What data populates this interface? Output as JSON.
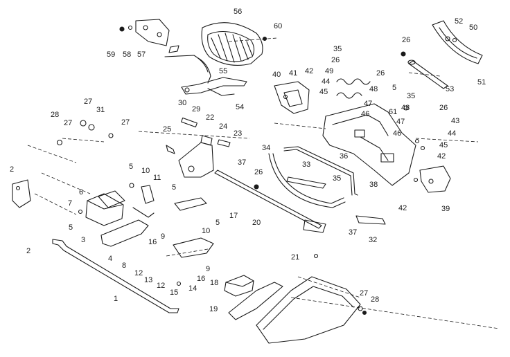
{
  "diagram": {
    "callouts": [
      {
        "id": "c56a",
        "text": "56"
      },
      {
        "id": "c60",
        "text": "60"
      },
      {
        "id": "c59",
        "text": "59"
      },
      {
        "id": "c58",
        "text": "58"
      },
      {
        "id": "c57",
        "text": "57"
      },
      {
        "id": "c55",
        "text": "55"
      },
      {
        "id": "c35a",
        "text": "35"
      },
      {
        "id": "c26a",
        "text": "26"
      },
      {
        "id": "c49",
        "text": "49"
      },
      {
        "id": "c42a",
        "text": "42"
      },
      {
        "id": "c41",
        "text": "41"
      },
      {
        "id": "c40",
        "text": "40"
      },
      {
        "id": "c44a",
        "text": "44"
      },
      {
        "id": "c45a",
        "text": "45"
      },
      {
        "id": "c48a",
        "text": "48"
      },
      {
        "id": "c5a",
        "text": "5"
      },
      {
        "id": "c26b",
        "text": "26"
      },
      {
        "id": "c26c",
        "text": "26"
      },
      {
        "id": "c52",
        "text": "52"
      },
      {
        "id": "c50",
        "text": "50"
      },
      {
        "id": "c51",
        "text": "51"
      },
      {
        "id": "c53",
        "text": "53"
      },
      {
        "id": "c35b",
        "text": "35"
      },
      {
        "id": "c48b",
        "text": "48"
      },
      {
        "id": "c26d",
        "text": "26"
      },
      {
        "id": "c47a",
        "text": "47"
      },
      {
        "id": "c61",
        "text": "61"
      },
      {
        "id": "c46a",
        "text": "46"
      },
      {
        "id": "c47b",
        "text": "47"
      },
      {
        "id": "c46b",
        "text": "46"
      },
      {
        "id": "c43",
        "text": "43"
      },
      {
        "id": "c44b",
        "text": "44"
      },
      {
        "id": "c45b",
        "text": "45"
      },
      {
        "id": "c42b",
        "text": "42"
      },
      {
        "id": "c30",
        "text": "30"
      },
      {
        "id": "c29",
        "text": "29"
      },
      {
        "id": "c54",
        "text": "54"
      },
      {
        "id": "c27a",
        "text": "27"
      },
      {
        "id": "c31",
        "text": "31"
      },
      {
        "id": "c28a",
        "text": "28"
      },
      {
        "id": "c27b",
        "text": "27"
      },
      {
        "id": "c27c",
        "text": "27"
      },
      {
        "id": "c25",
        "text": "25"
      },
      {
        "id": "c22",
        "text": "22"
      },
      {
        "id": "c24",
        "text": "24"
      },
      {
        "id": "c23",
        "text": "23"
      },
      {
        "id": "c34",
        "text": "34"
      },
      {
        "id": "c33",
        "text": "33"
      },
      {
        "id": "c36",
        "text": "36"
      },
      {
        "id": "c37a",
        "text": "37"
      },
      {
        "id": "c26e",
        "text": "26"
      },
      {
        "id": "c35c",
        "text": "35"
      },
      {
        "id": "c38",
        "text": "38"
      },
      {
        "id": "c42c",
        "text": "42"
      },
      {
        "id": "c39",
        "text": "39"
      },
      {
        "id": "c2a",
        "text": "2"
      },
      {
        "id": "c5b",
        "text": "5"
      },
      {
        "id": "c10a",
        "text": "10"
      },
      {
        "id": "c11",
        "text": "11"
      },
      {
        "id": "c5c",
        "text": "5"
      },
      {
        "id": "c6",
        "text": "6"
      },
      {
        "id": "c7",
        "text": "7"
      },
      {
        "id": "c17",
        "text": "17"
      },
      {
        "id": "c20",
        "text": "20"
      },
      {
        "id": "c5d",
        "text": "5"
      },
      {
        "id": "c10b",
        "text": "10"
      },
      {
        "id": "c5e",
        "text": "5"
      },
      {
        "id": "c3",
        "text": "3"
      },
      {
        "id": "c2b",
        "text": "2"
      },
      {
        "id": "c16a",
        "text": "16"
      },
      {
        "id": "c9a",
        "text": "9"
      },
      {
        "id": "c4",
        "text": "4"
      },
      {
        "id": "c8",
        "text": "8"
      },
      {
        "id": "c12a",
        "text": "12"
      },
      {
        "id": "c13",
        "text": "13"
      },
      {
        "id": "c12b",
        "text": "12"
      },
      {
        "id": "c15",
        "text": "15"
      },
      {
        "id": "c14",
        "text": "14"
      },
      {
        "id": "c16b",
        "text": "16"
      },
      {
        "id": "c9b",
        "text": "9"
      },
      {
        "id": "c37b",
        "text": "37"
      },
      {
        "id": "c32",
        "text": "32"
      },
      {
        "id": "c21",
        "text": "21"
      },
      {
        "id": "c18",
        "text": "18"
      },
      {
        "id": "c19",
        "text": "19"
      },
      {
        "id": "c1",
        "text": "1"
      },
      {
        "id": "c27d",
        "text": "27"
      },
      {
        "id": "c28b",
        "text": "28"
      }
    ]
  }
}
